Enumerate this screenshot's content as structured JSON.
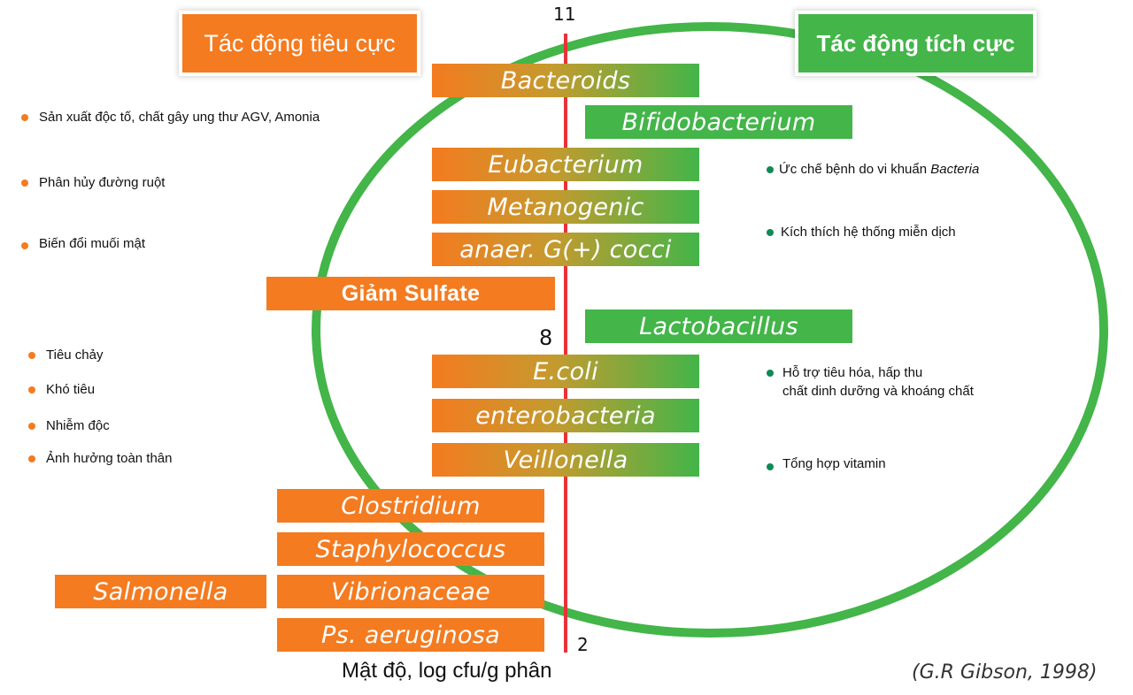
{
  "headers": {
    "negative": "Tác động tiêu cực",
    "positive": "Tác động tích cực"
  },
  "axis": {
    "label": "Mật độ, log cfu/g phân",
    "ticks": [
      "11",
      "8",
      "2"
    ]
  },
  "colors": {
    "negative": "#f47b20",
    "positive": "#43b549",
    "axis": "#e8323a",
    "ring": "#43b549"
  },
  "bars": [
    {
      "label": "Bacteroids",
      "type": "mixed"
    },
    {
      "label": "Bifidobacterium",
      "type": "positive"
    },
    {
      "label": "Eubacterium",
      "type": "mixed"
    },
    {
      "label": "Metanogenic",
      "type": "mixed"
    },
    {
      "label": "anaer. G(+) cocci",
      "type": "mixed"
    },
    {
      "label": "Giảm Sulfate",
      "type": "negative"
    },
    {
      "label": "Lactobacillus",
      "type": "positive"
    },
    {
      "label": "E.coli",
      "type": "mixed"
    },
    {
      "label": "enterobacteria",
      "type": "mixed"
    },
    {
      "label": "Veillonella",
      "type": "mixed"
    },
    {
      "label": "Clostridium",
      "type": "negative"
    },
    {
      "label": "Staphylococcus",
      "type": "negative"
    },
    {
      "label": "Salmonella",
      "type": "negative"
    },
    {
      "label": "Vibrionaceae",
      "type": "negative"
    },
    {
      "label": "Ps. aeruginosa",
      "type": "negative"
    }
  ],
  "negative_effects": [
    "Sản xuất độc tố, chất gây ung thư AGV, Amonia",
    "Phân hủy đường ruột",
    "Biến đổi muối mật",
    "Tiêu chảy",
    "Khó tiêu",
    "Nhiễm độc",
    "Ảnh hưởng toàn thân"
  ],
  "positive_effects": [
    {
      "text": "Ức chế bệnh do vi khuẩn ",
      "italic": "Bacteria"
    },
    {
      "text": "Kích thích hệ thống miễn dịch"
    },
    {
      "line1": "Hỗ trợ tiêu hóa, hấp thu",
      "line2": "chất dinh dưỡng và khoáng chất"
    },
    {
      "text": "Tổng hợp vitamin"
    }
  ],
  "source": "(G.R Gibson, 1998)"
}
